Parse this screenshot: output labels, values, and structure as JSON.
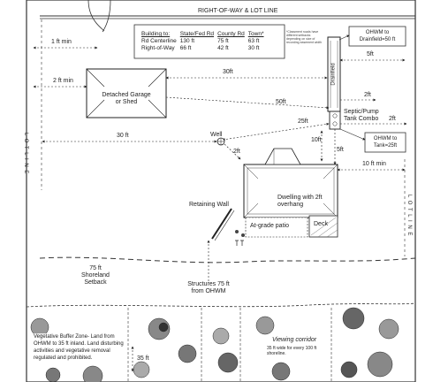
{
  "header": {
    "title": "RIGHT-OF-WAY & LOT LINE"
  },
  "setback_table": {
    "headers": [
      "Building to:",
      "State/Fed Rd",
      "County Rd",
      "Town"
    ],
    "rows": [
      [
        "Rd Centerline",
        "130 ft",
        "75 ft",
        "63 ft"
      ],
      [
        "Right-of-Way",
        "66 ft",
        "42 ft",
        "30 ft"
      ]
    ],
    "asterisk": "*",
    "footnote": "*Classment roads have different setbacks depending on size of recording easement width"
  },
  "labels": {
    "one_ft_min": "1 ft min",
    "two_ft_min": "2 ft min",
    "garage": "Detached Garage or Shed",
    "drainfield": "Drainfield",
    "ohwm_drainfield": "OHWM to Drainfield=50 ft",
    "thirty_ft_top": "30ft",
    "five_ft_right": "5ft",
    "two_ft_right": "2ft",
    "fifty_ft": "50ft",
    "twentyfive_ft": "25ft",
    "two_ft_tank": "2ft",
    "septic": "Septic/Pump Tank Combo",
    "lot_line_left": "L O T  L I N E",
    "thirty_ft_well": "30 ft",
    "well": "Well",
    "two_ft_well": "2ft",
    "ten_ft_tank": "10ft",
    "ohwm_tank": "OHWM to Tank=25ft",
    "five_ft_dwelling": "5ft",
    "ten_ft_min": "10 ft min",
    "dwelling": "Dwelling with 2ft overhang",
    "retaining_wall": "Retaining Wall",
    "patio": "At-grade patio",
    "deck": "Deck",
    "lot_line_right": "L O T  L I N E",
    "shoreland_setback": "75 ft Shoreland Setback",
    "structures": "Structures 75 ft from OHWM",
    "buffer": "Vegetative Buffer Zone- Land from OHWM to 35 ft inland. Land disturbing activities and vegetative removal regulated and prohibited.",
    "thirty_five_ft": "35 ft",
    "viewing_title": "Viewing corridor",
    "viewing_body": "35 ft wide for every 100 ft shoreline."
  }
}
